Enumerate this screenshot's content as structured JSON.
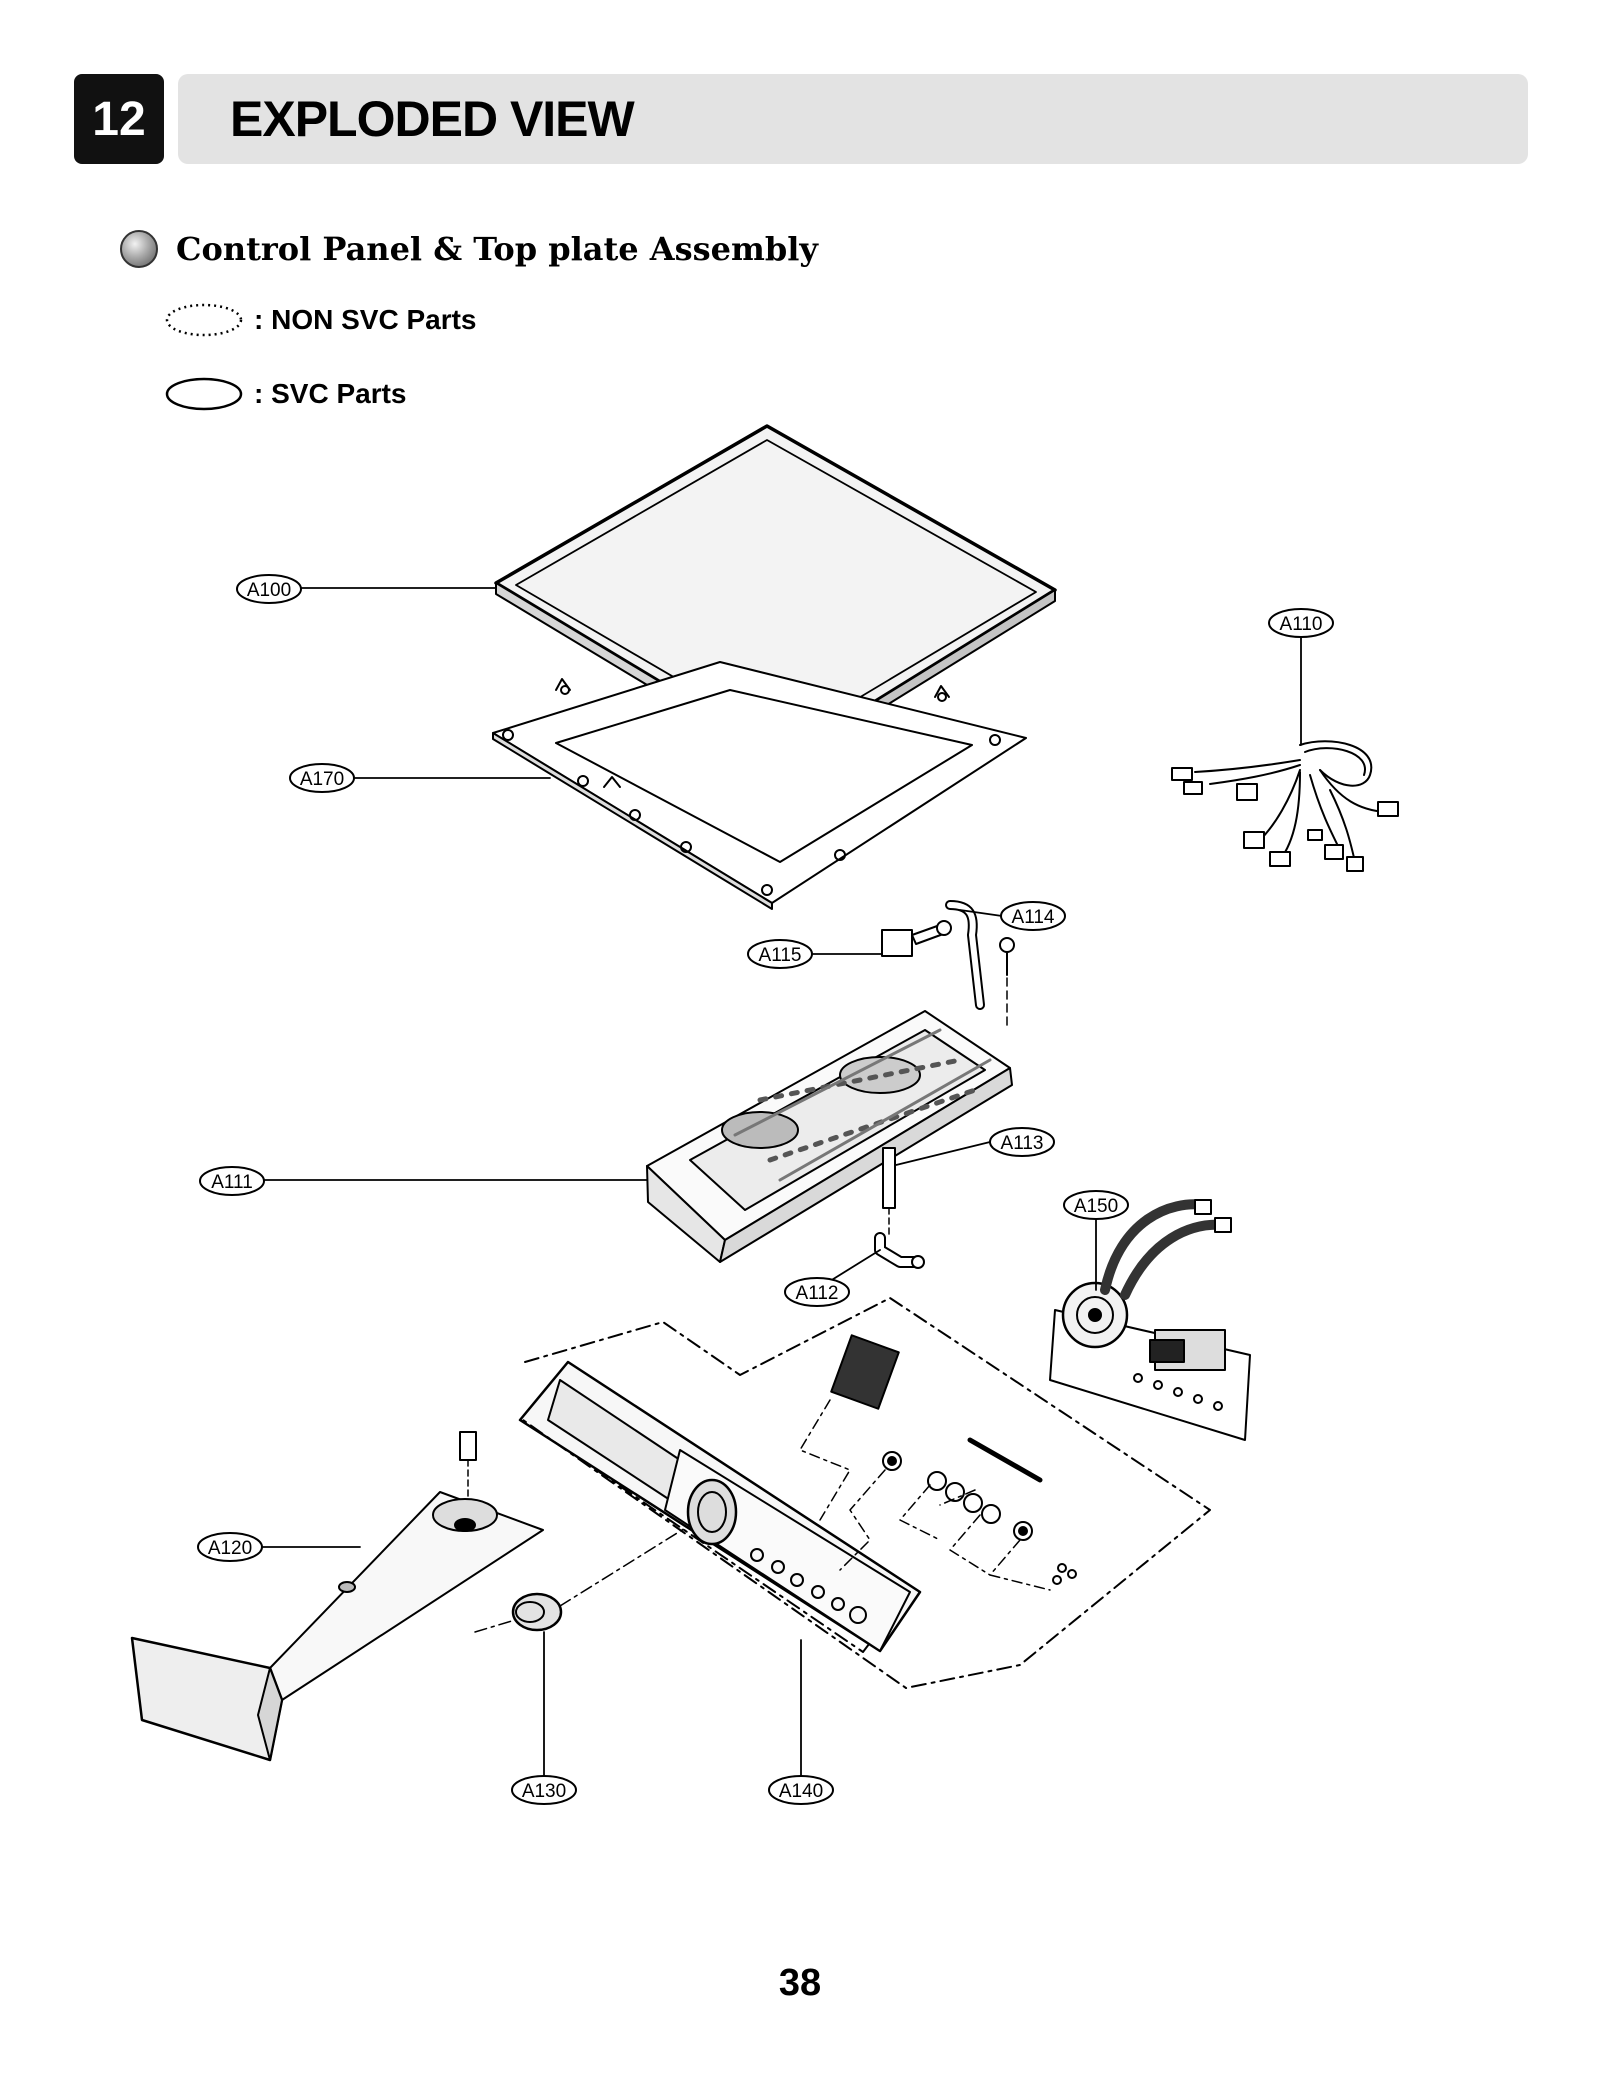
{
  "header": {
    "section_number": "12",
    "title": "EXPLODED VIEW"
  },
  "subtitle": "Control Panel & Top plate Assembly",
  "legend": {
    "non_svc": ": NON SVC Parts",
    "svc": ": SVC Parts"
  },
  "parts": {
    "A100": "A100",
    "A110": "A110",
    "A111": "A111",
    "A112": "A112",
    "A113": "A113",
    "A114": "A114",
    "A115": "A115",
    "A120": "A120",
    "A130": "A130",
    "A140": "A140",
    "A150": "A150",
    "A170": "A170"
  },
  "page_number": "38"
}
